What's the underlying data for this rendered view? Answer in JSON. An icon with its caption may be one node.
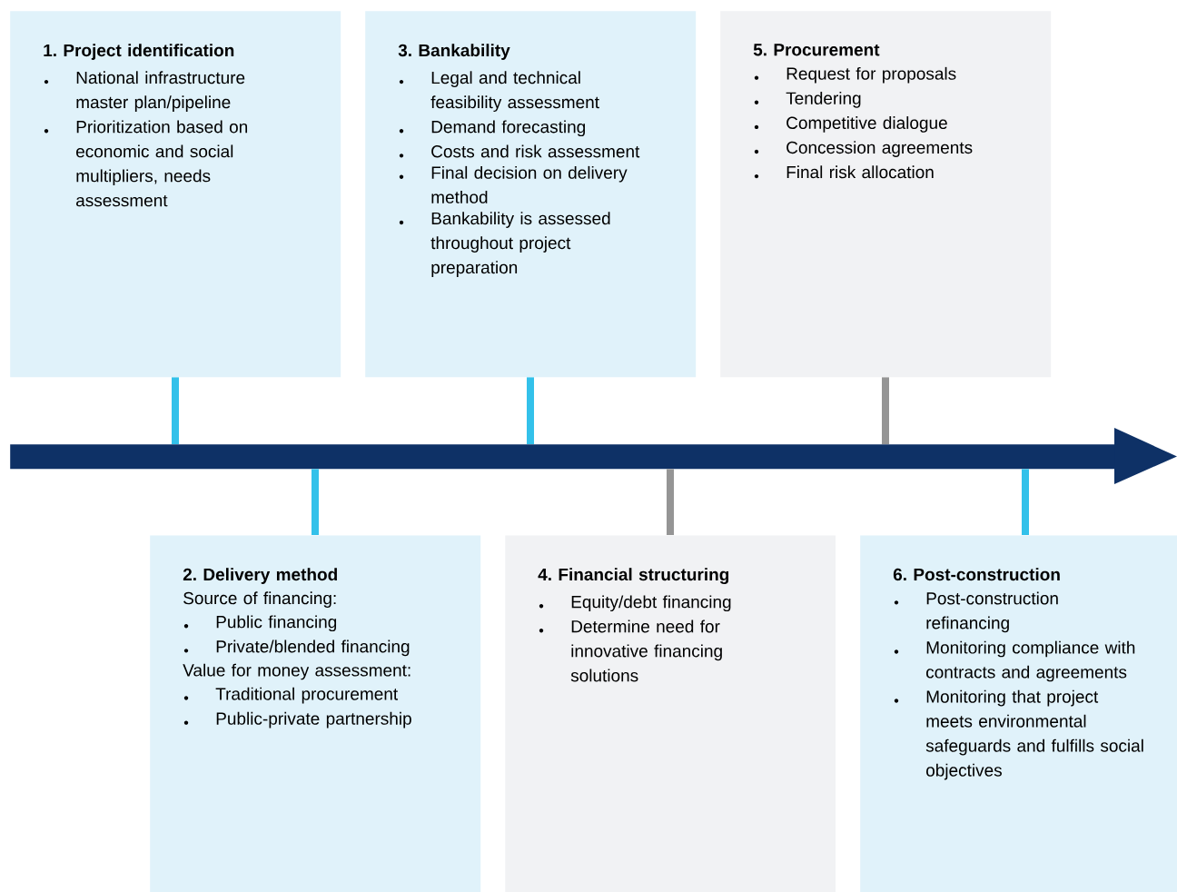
{
  "diagram": {
    "nodes": [
      {
        "text": [
          "1. Project identification",
          "National infrastructure master plan/pipeline",
          "Prioritization based on economic and social multipliers, needs assessment"
        ]
      },
      {
        "text": [
          "2. Delivery method",
          "Source of financing:",
          "Public financing",
          "Private/blended financing",
          "Value for money assessment:",
          "Traditional procurement",
          "Public-private partnership"
        ]
      },
      {
        "text": [
          "3. Bankability",
          "Legal and technical feasibility assessment",
          "Demand forecasting",
          "Costs and risk assessment",
          "Final decision on delivery method",
          "Bankability is assessed throughout project preparation"
        ]
      },
      {
        "text": [
          "4. Financial structuring",
          "Equity/debt financing",
          "Determine need for innovative financing solutions"
        ]
      },
      {
        "text": [
          "5. Procurement",
          "Request for proposals",
          "Tendering",
          "Competitive dialogue",
          "Concession agreements",
          "Final risk allocation"
        ]
      },
      {
        "text": [
          "6. Post-construction",
          "Post-construction refinancing",
          "Monitoring compliance with contracts and agreements",
          "Monitoring that project meets environmental safeguards and fulfills social objectives"
        ]
      },
      {
        "text": [],
        "shape": "bar"
      }
    ],
    "edges": [
      {
        "from": 0,
        "to": 6,
        "arrow": "none"
      },
      {
        "from": 1,
        "to": 6,
        "arrow": "none"
      },
      {
        "from": 2,
        "to": 6,
        "arrow": "none"
      },
      {
        "from": 3,
        "to": 6,
        "arrow": "none",
        "color": "#959595"
      },
      {
        "from": 4,
        "to": 6,
        "arrow": "none",
        "color": "#959595"
      },
      {
        "from": 5,
        "to": 6,
        "arrow": "none"
      }
    ]
  }
}
